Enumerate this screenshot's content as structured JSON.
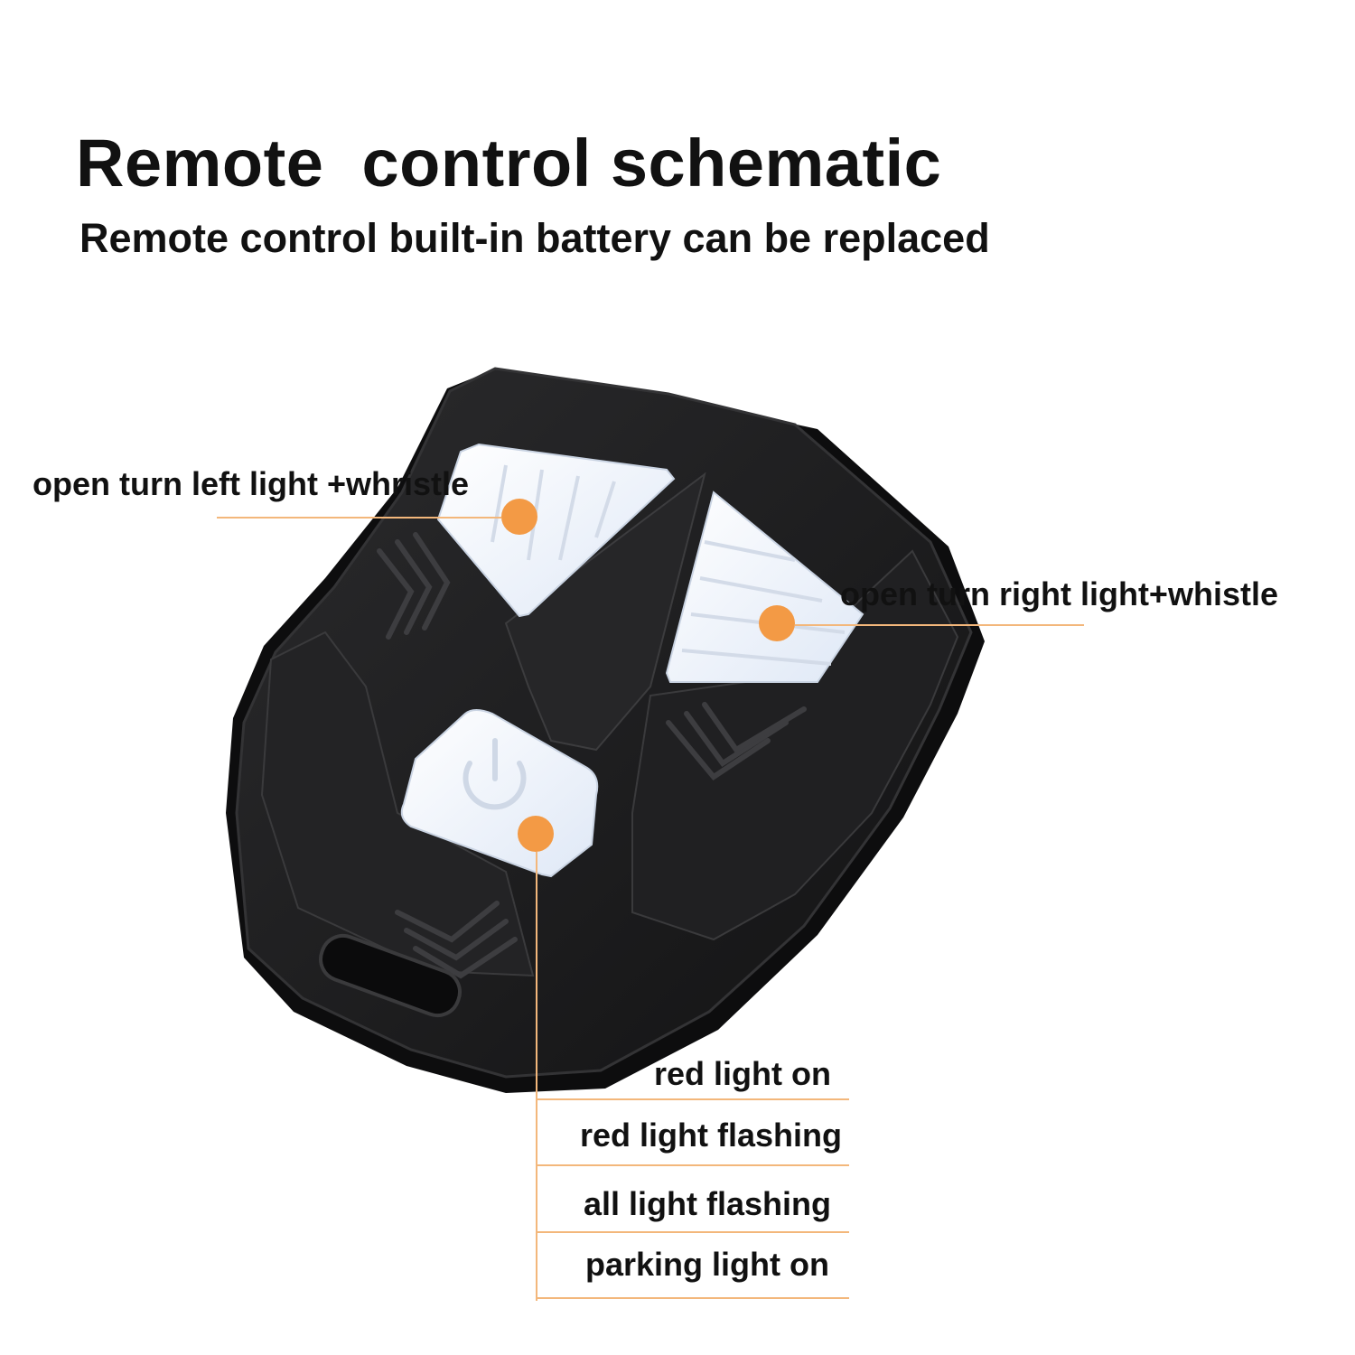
{
  "header": {
    "title": "Remote  control schematic",
    "subtitle": "Remote control built-in battery can be replaced"
  },
  "callouts": {
    "left_button": "open turn left light +whristle",
    "right_button": "open turn right light+whistle",
    "power_button_modes": [
      "red light on",
      "red light flashing",
      "all light flashing",
      "parking light on"
    ]
  },
  "colors": {
    "accent_orange": "#f39a45",
    "device_body": "#1c1c1d",
    "button_glow": "#eef3fb"
  },
  "icons": {
    "power_button": "power-icon"
  }
}
